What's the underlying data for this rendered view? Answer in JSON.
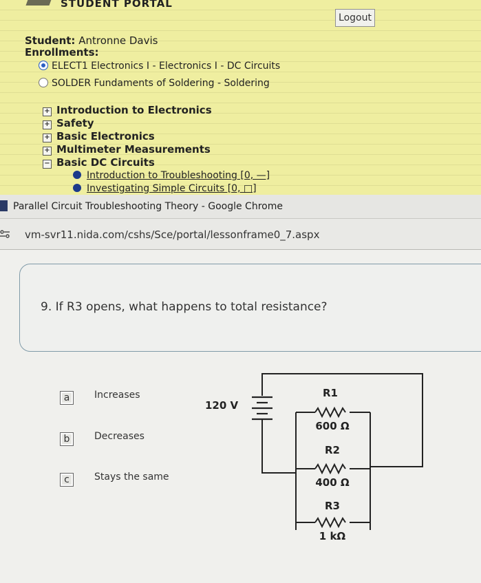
{
  "portal": {
    "title": "STUDENT PORTAL",
    "logout_label": "Logout",
    "student_label": "Student:",
    "student_name": "Antronne Davis",
    "enrollments_label": "Enrollments:",
    "courses": [
      {
        "text": "ELECT1 Electronics I - Electronics I - DC Circuits",
        "selected": true
      },
      {
        "text": "SOLDER Fundaments of Soldering - Soldering",
        "selected": false
      }
    ],
    "tree": [
      {
        "toggle": "+",
        "label": "Introduction to Electronics"
      },
      {
        "toggle": "+",
        "label": "Safety"
      },
      {
        "toggle": "+",
        "label": "Basic Electronics"
      },
      {
        "toggle": "+",
        "label": "Multimeter Measurements"
      },
      {
        "toggle": "−",
        "label": "Basic DC Circuits"
      }
    ],
    "lessons": [
      "Introduction to Troubleshooting [0, —]",
      "Investigating Simple Circuits [0, □]"
    ]
  },
  "browser": {
    "window_title": "Parallel Circuit Troubleshooting Theory - Google Chrome",
    "url": "vm-svr11.nida.com/cshs/Sce/portal/lessonframe0_7.aspx"
  },
  "question": {
    "number": "9.",
    "text": "If R3 opens, what happens to total resistance?",
    "answers": [
      {
        "letter": "a",
        "text": "Increases"
      },
      {
        "letter": "b",
        "text": "Decreases"
      },
      {
        "letter": "c",
        "text": "Stays the same"
      }
    ]
  },
  "circuit": {
    "source": "120 V",
    "resistors": [
      {
        "name": "R1",
        "value": "600 Ω"
      },
      {
        "name": "R2",
        "value": "400 Ω"
      },
      {
        "name": "R3",
        "value": "1 kΩ"
      }
    ]
  }
}
